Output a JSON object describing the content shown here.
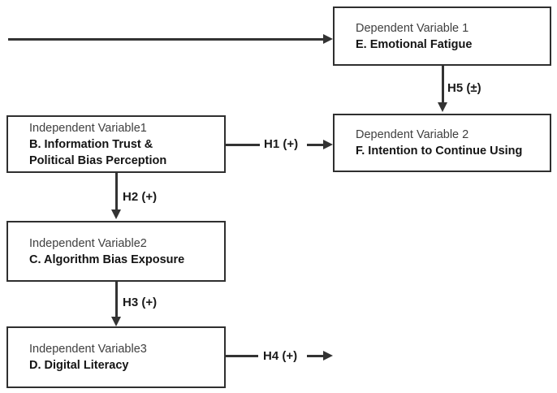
{
  "diagram": {
    "line_color": "#333333",
    "boxes": {
      "e": {
        "role": "Dependent Variable 1",
        "name": "E. Emotional Fatigue"
      },
      "f": {
        "role": "Dependent Variable 2",
        "name": "F. Intention to Continue Using"
      },
      "b": {
        "role": "Independent Variable1",
        "name": "B. Information Trust &",
        "name2": "Political Bias Perception"
      },
      "c": {
        "role": "Independent Variable2",
        "name": "C. Algorithm Bias Exposure"
      },
      "d": {
        "role": "Independent Variable3",
        "name": "D. Digital Literacy"
      }
    },
    "arrows": {
      "h1": "H1 (+)",
      "h2": "H2 (+)",
      "h3": "H3 (+)",
      "h4": "H4 (+)",
      "h5": "H5 (±)"
    }
  }
}
